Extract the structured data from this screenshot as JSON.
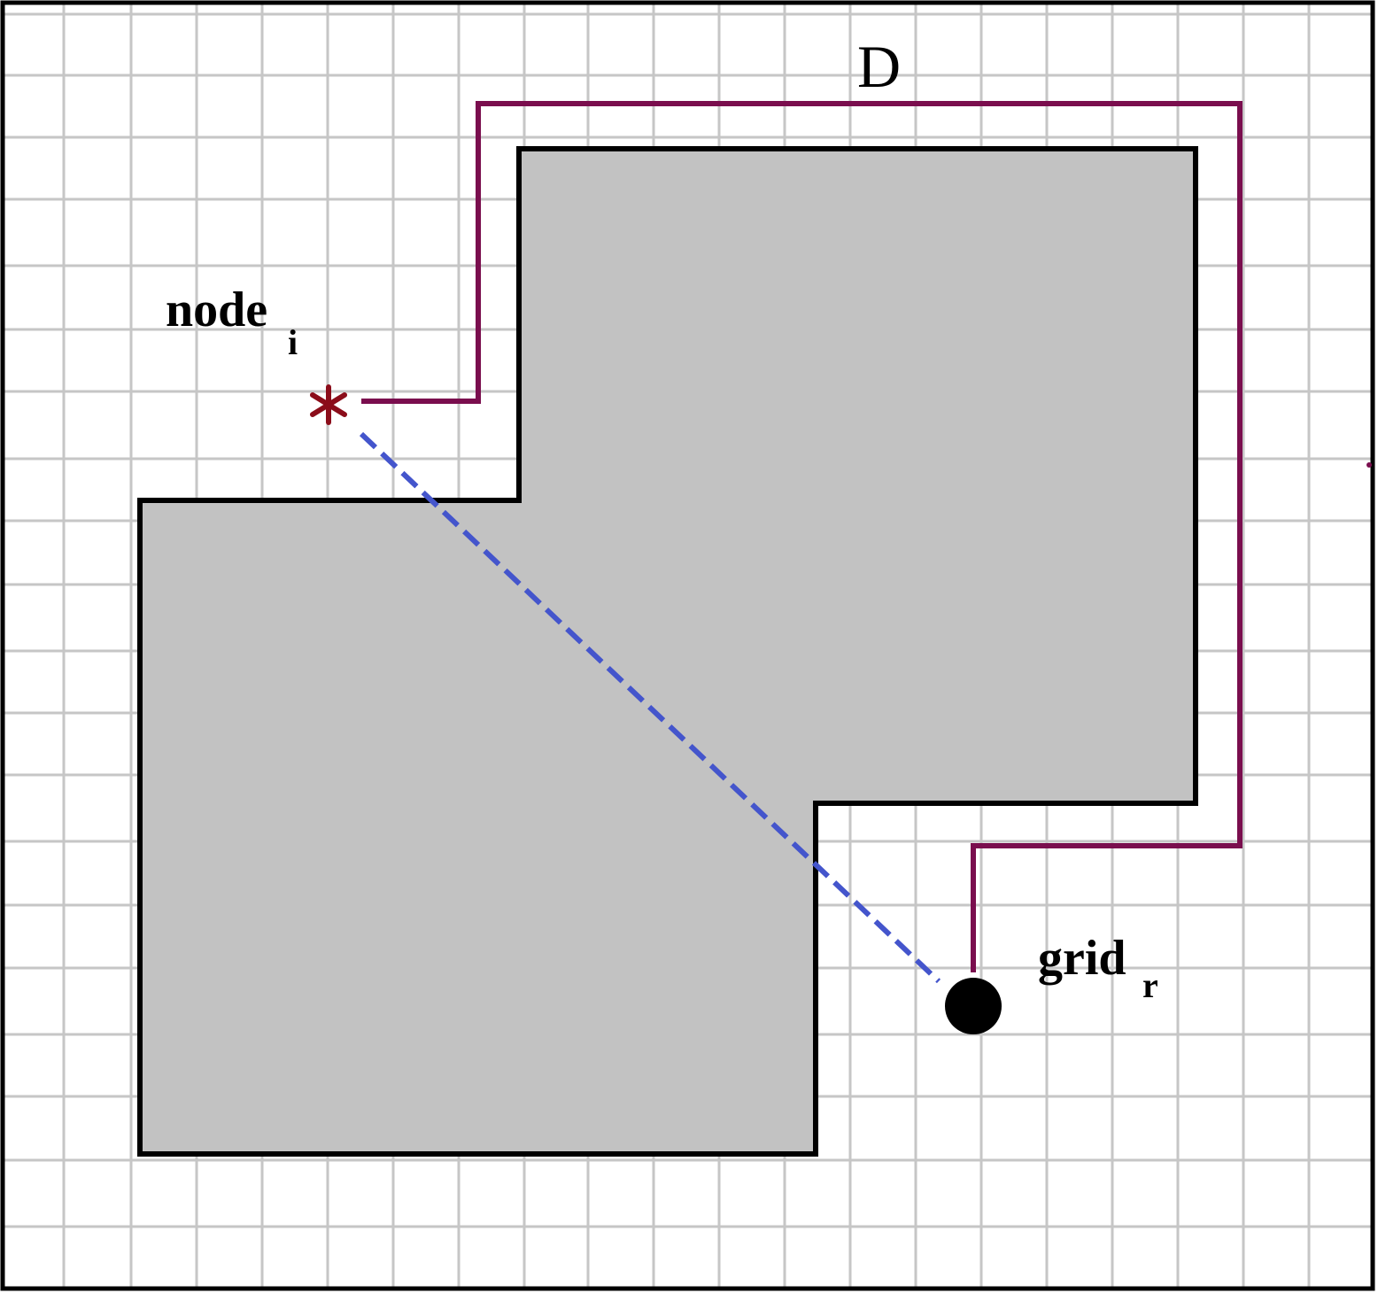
{
  "labels": {
    "path_label": "D",
    "node_label": "node",
    "node_subscript": "i",
    "grid_label": "grid",
    "grid_subscript": "r"
  },
  "colors": {
    "background": "#ffffff",
    "grid_line": "#c6c6c6",
    "border": "#000000",
    "obstacle_fill": "#c2c2c2",
    "obstacle_stroke": "#000000",
    "path_D": "#7a0e4e",
    "straight_line": "#4455cc",
    "node_marker": "#8b0d1a",
    "grid_point": "#000000"
  },
  "icons": {
    "node_marker": "asterisk-icon",
    "grid_point": "filled-circle-icon"
  }
}
